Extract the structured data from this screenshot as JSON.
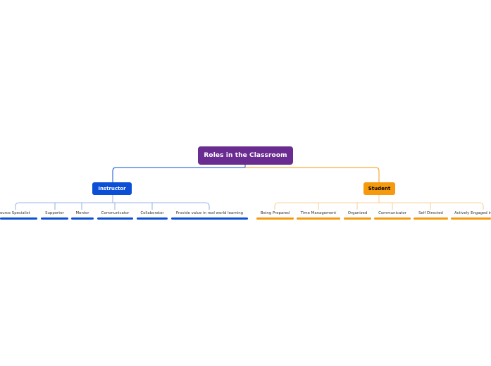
{
  "root": {
    "label": "Roles in the Classroom"
  },
  "branches": [
    {
      "label": "Instructor",
      "color": "#0a4fd6",
      "children": [
        "Resource Specialist",
        "Supporter",
        "Mentor",
        "Communicator",
        "Collaborator",
        "Provide value in real world learning"
      ]
    },
    {
      "label": "Student",
      "color": "#f59a0c",
      "children": [
        "Being Prepared",
        "Time Management",
        "Organized",
        "Communicator",
        "Self Directed",
        "Actively Engaged in"
      ]
    }
  ],
  "colors": {
    "root": "#6a2c91",
    "instructor": "#0a4fd6",
    "student": "#f59a0c"
  }
}
